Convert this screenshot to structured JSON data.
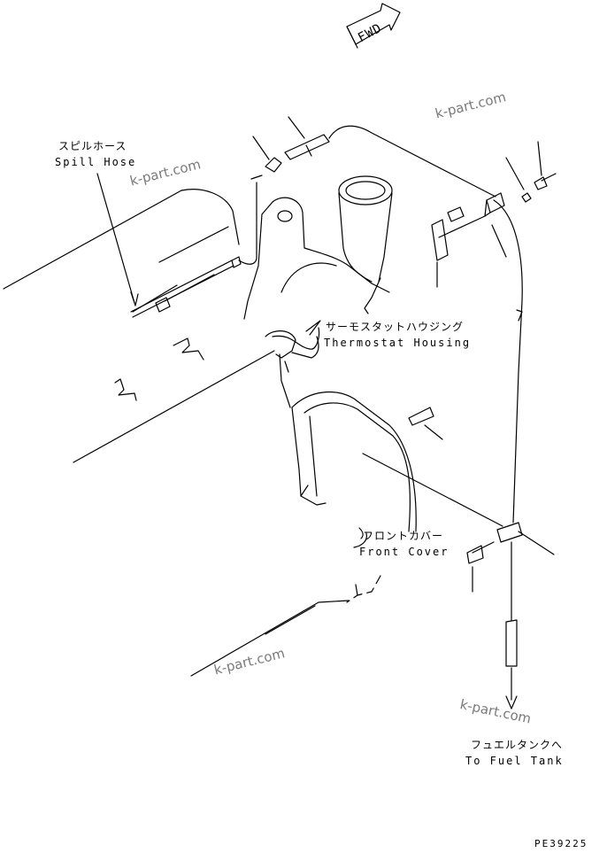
{
  "direction": {
    "fwd_text": "FWD"
  },
  "labels": {
    "spill_hose_jp": "スピルホース",
    "spill_hose_en": "Spill Hose",
    "thermostat_jp": "サーモスタットハウジング",
    "thermostat_en": "Thermostat Housing",
    "front_cover_jp": "フロントカバー",
    "front_cover_en": "Front Cover",
    "fuel_tank_jp": "フュエルタンクへ",
    "fuel_tank_en": "To Fuel Tank"
  },
  "watermarks": [
    "k-part.com",
    "k-part.com",
    "k-part.com",
    "k-part.com"
  ],
  "part_code": "PE39225"
}
